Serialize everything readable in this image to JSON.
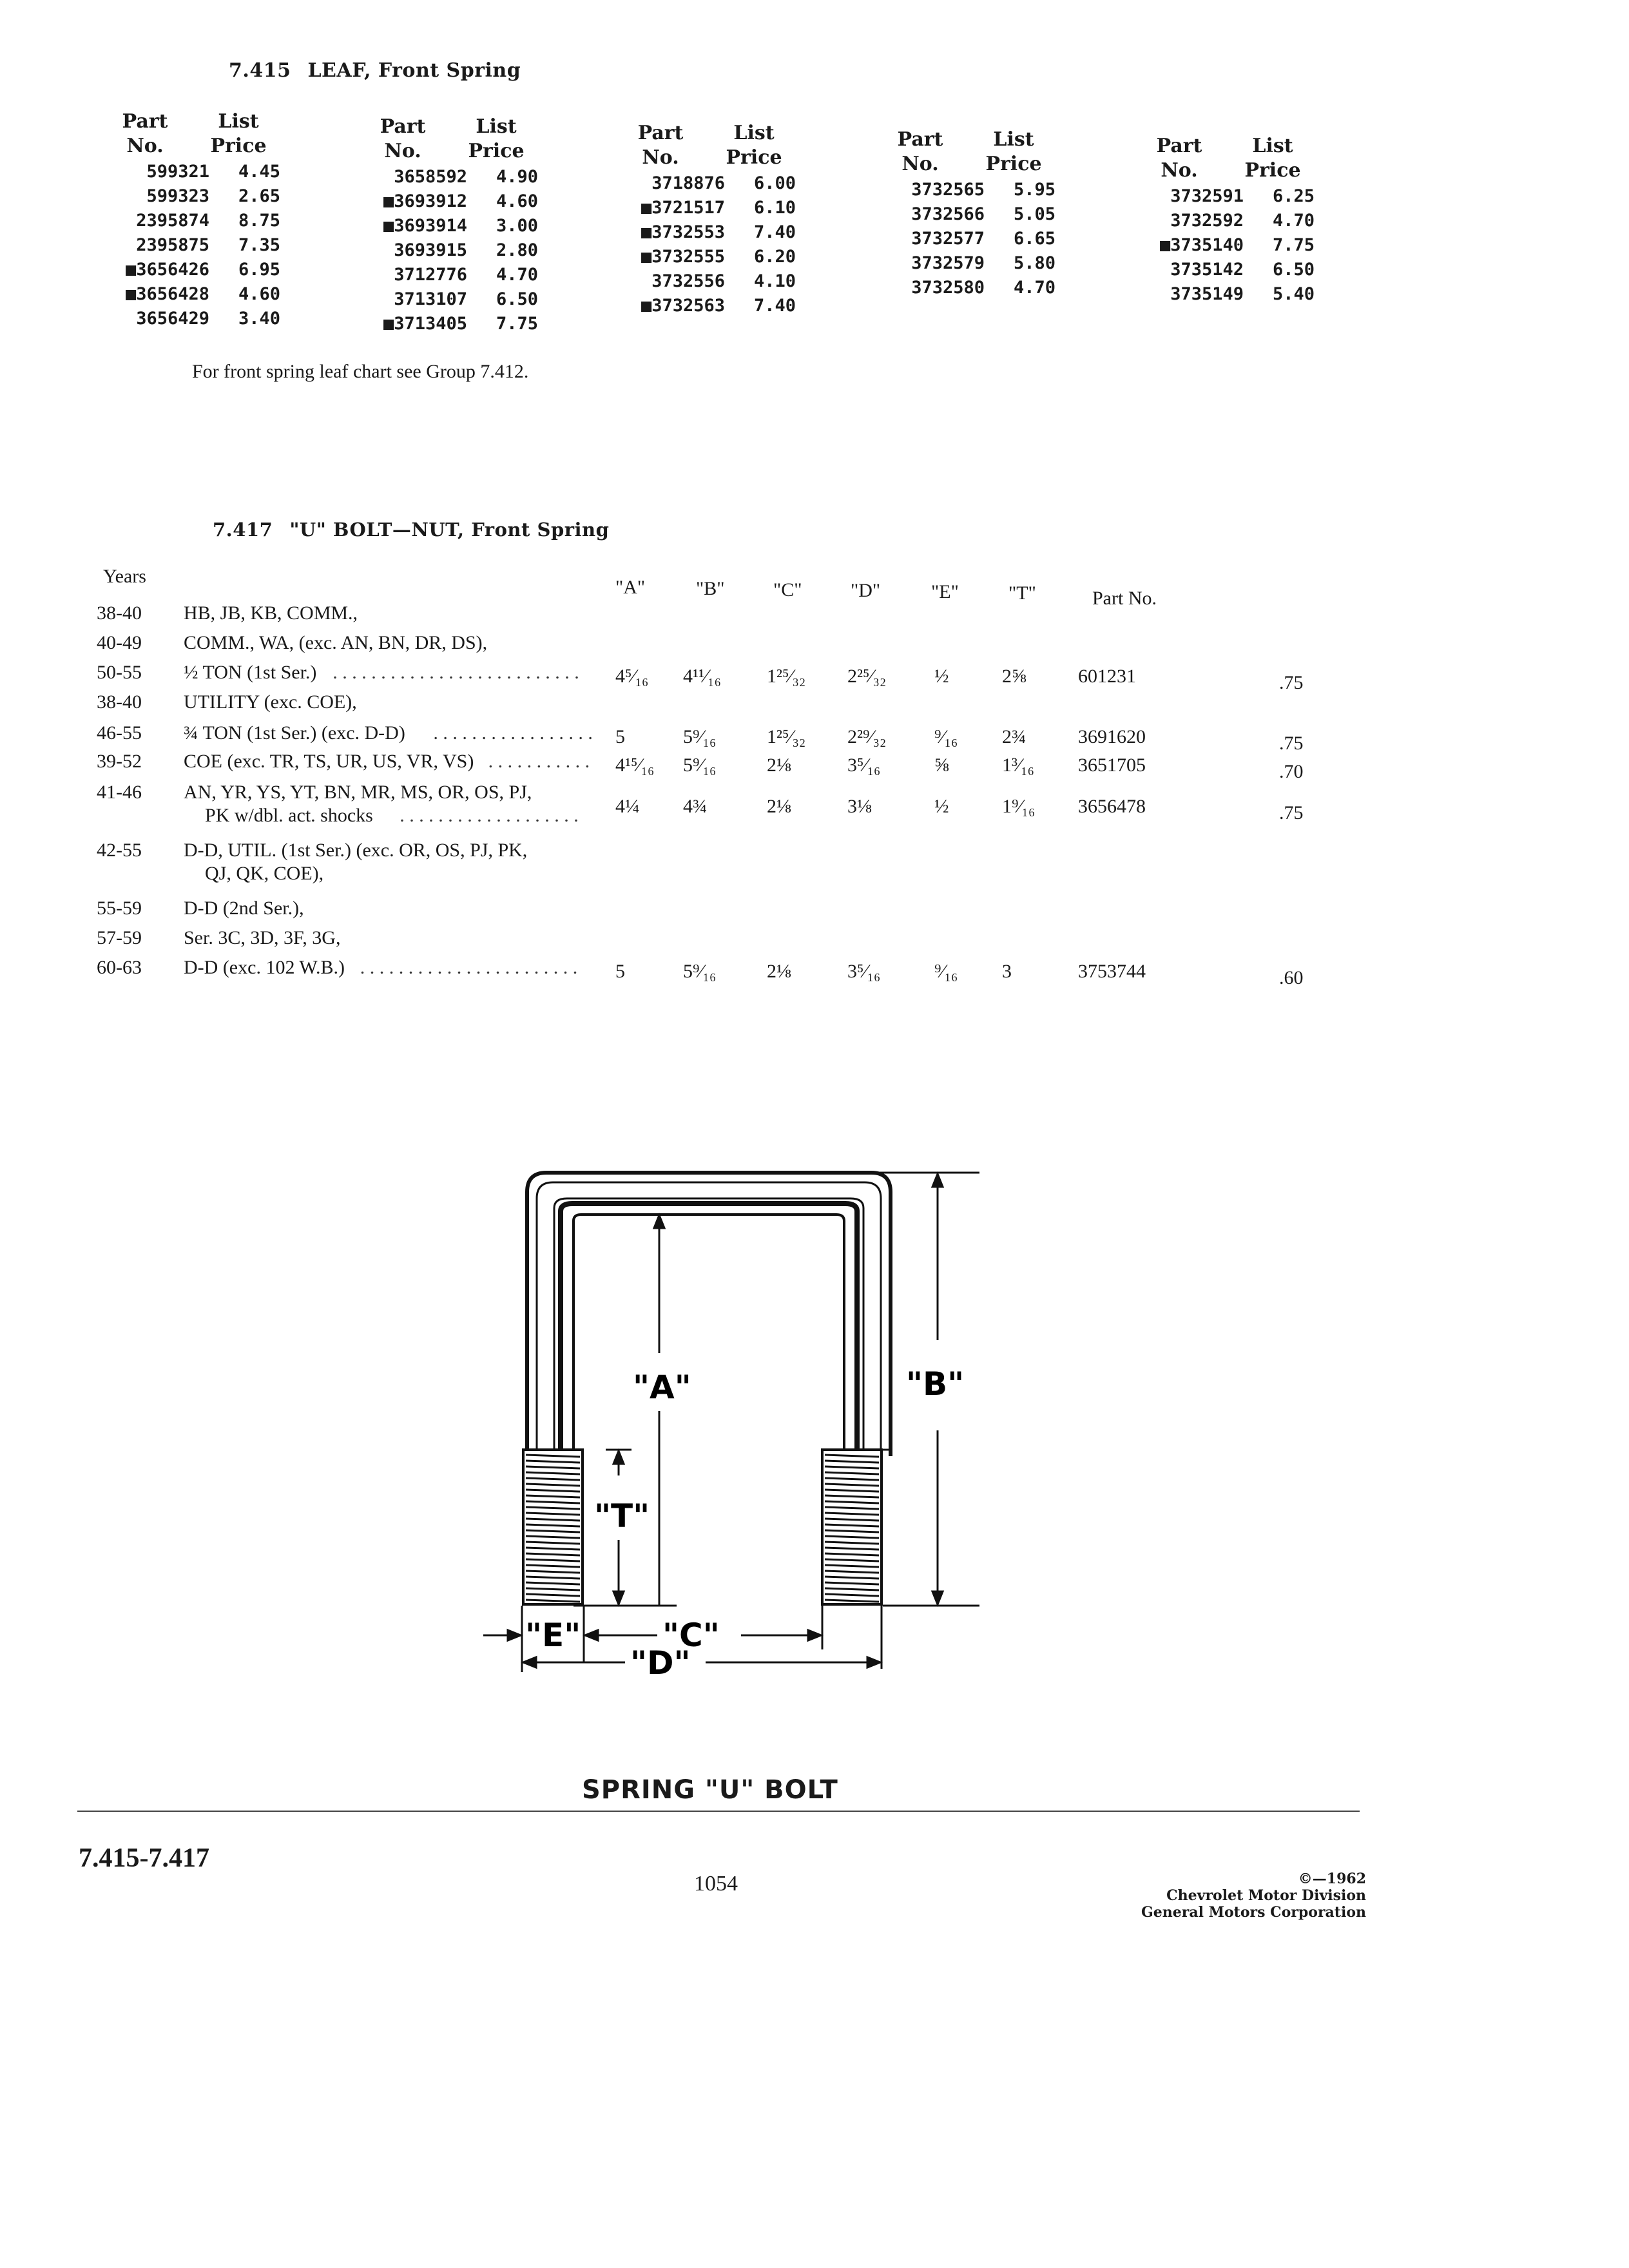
{
  "leaf": {
    "number": "7.415",
    "title": "LEAF, Front Spring",
    "header_part": [
      "Part",
      "No."
    ],
    "header_price": [
      "List",
      "Price"
    ],
    "columns": [
      [
        [
          "599321",
          "4.45"
        ],
        [
          "599323",
          "2.65"
        ],
        [
          "2395874",
          "8.75"
        ],
        [
          "2395875",
          "7.35"
        ],
        [
          "■3656426",
          "6.95"
        ],
        [
          "■3656428",
          "4.60"
        ],
        [
          "3656429",
          "3.40"
        ]
      ],
      [
        [
          "3658592",
          "4.90"
        ],
        [
          "■3693912",
          "4.60"
        ],
        [
          "■3693914",
          "3.00"
        ],
        [
          "3693915",
          "2.80"
        ],
        [
          "3712776",
          "4.70"
        ],
        [
          "3713107",
          "6.50"
        ],
        [
          "■3713405",
          "7.75"
        ]
      ],
      [
        [
          "3718876",
          "6.00"
        ],
        [
          "■3721517",
          "6.10"
        ],
        [
          "■3732553",
          "7.40"
        ],
        [
          "■3732555",
          "6.20"
        ],
        [
          "3732556",
          "4.10"
        ],
        [
          "■3732563",
          "7.40"
        ]
      ],
      [
        [
          "3732565",
          "5.95"
        ],
        [
          "3732566",
          "5.05"
        ],
        [
          "3732577",
          "6.65"
        ],
        [
          "3732579",
          "5.80"
        ],
        [
          "3732580",
          "4.70"
        ]
      ],
      [
        [
          "3732591",
          "6.25"
        ],
        [
          "3732592",
          "4.70"
        ],
        [
          "■3735140",
          "7.75"
        ],
        [
          "3735142",
          "6.50"
        ],
        [
          "3735149",
          "5.40"
        ]
      ]
    ],
    "note": "For front spring leaf chart see Group 7.412."
  },
  "ubolt": {
    "number": "7.417",
    "title": "\"U\" BOLT—NUT, Front Spring",
    "header_years": "Years",
    "header_dims": [
      "\"A\"",
      "\"B\"",
      "\"C\"",
      "\"D\"",
      "\"E\"",
      "\"T\""
    ],
    "header_part": "Part No.",
    "rows": [
      {
        "years": "38-40",
        "model": "HB, JB, KB, COMM.,"
      },
      {
        "years": "40-49",
        "model": "COMM., WA, (exc. AN, BN, DR, DS),"
      },
      {
        "years": "50-55",
        "model": "½ TON (1st Ser.)",
        "A": "4⁵⁄₁₆",
        "B": "4¹¹⁄₁₆",
        "C": "1²⁵⁄₃₂",
        "D": "2²⁵⁄₃₂",
        "E": "½",
        "T": "2⅝",
        "part": "601231",
        "price": ".75"
      },
      {
        "years": "38-40",
        "model": "UTILITY (exc. COE),"
      },
      {
        "years": "46-55",
        "model": "¾ TON (1st Ser.) (exc. D-D)",
        "A": "5",
        "B": "5⁹⁄₁₆",
        "C": "1²⁵⁄₃₂",
        "D": "2²⁹⁄₃₂",
        "E": "⁹⁄₁₆",
        "T": "2¾",
        "part": "3691620",
        "price": ".75"
      },
      {
        "years": "39-52",
        "model": "COE (exc. TR, TS, UR, US, VR, VS)",
        "A": "4¹⁵⁄₁₆",
        "B": "5⁹⁄₁₆",
        "C": "2⅛",
        "D": "3⁵⁄₁₆",
        "E": "⅝",
        "T": "1³⁄₁₆",
        "part": "3651705",
        "price": ".70"
      },
      {
        "years": "41-46",
        "model": "AN, YR, YS, YT, BN, MR, MS, OR, OS, PJ,",
        "model2": "PK w/dbl. act. shocks",
        "A": "4¼",
        "B": "4¾",
        "C": "2⅛",
        "D": "3⅛",
        "E": "½",
        "T": "1⁹⁄₁₆",
        "part": "3656478",
        "price": ".75"
      },
      {
        "years": "42-55",
        "model": "D-D, UTIL. (1st Ser.) (exc. OR, OS, PJ, PK,",
        "model2": "QJ, QK, COE),"
      },
      {
        "years": "55-59",
        "model": "D-D (2nd Ser.),"
      },
      {
        "years": "57-59",
        "model": "Ser. 3C, 3D, 3F, 3G,"
      },
      {
        "years": "60-63",
        "model": "D-D (exc. 102 W.B.)",
        "A": "5",
        "B": "5⁹⁄₁₆",
        "C": "2⅛",
        "D": "3⁵⁄₁₆",
        "E": "⁹⁄₁₆",
        "T": "3",
        "part": "3753744",
        "price": ".60"
      }
    ]
  },
  "diagram": {
    "labels": {
      "A": "\"A\"",
      "B": "\"B\"",
      "T": "\"T\"",
      "E": "\"E\"",
      "C": "\"C\"",
      "D": "\"D\""
    },
    "caption": "SPRING \"U\" BOLT"
  },
  "footer": {
    "range": "7.415-7.417",
    "page": "1054",
    "copyright": "©—1962",
    "division": "Chevrolet Motor Division",
    "corporation": "General Motors Corporation"
  }
}
